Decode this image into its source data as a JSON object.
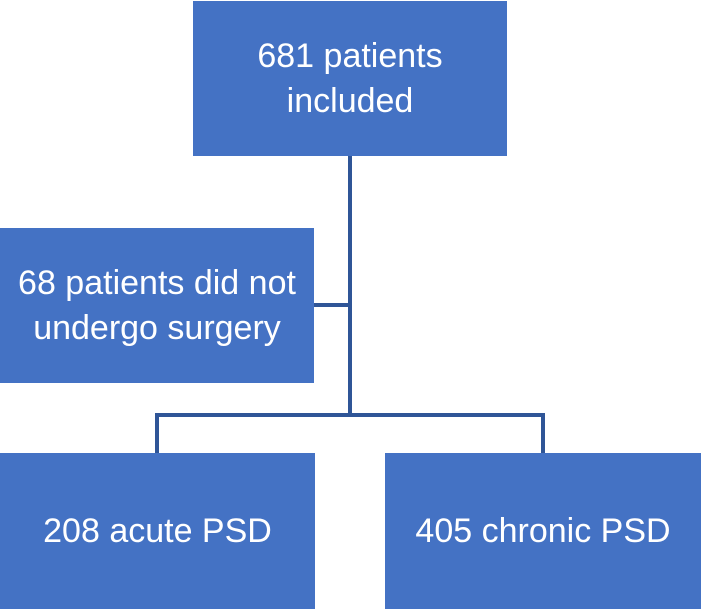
{
  "flowchart": {
    "top_box": {
      "text": "681 patients included"
    },
    "excluded_box": {
      "text": "68 patients did not undergo surgery"
    },
    "acute_box": {
      "text": "208 acute PSD"
    },
    "chronic_box": {
      "text": "405 chronic PSD"
    }
  },
  "colors": {
    "box_fill": "#4472c4",
    "box_text": "#ffffff",
    "connector": "#2f5597"
  }
}
